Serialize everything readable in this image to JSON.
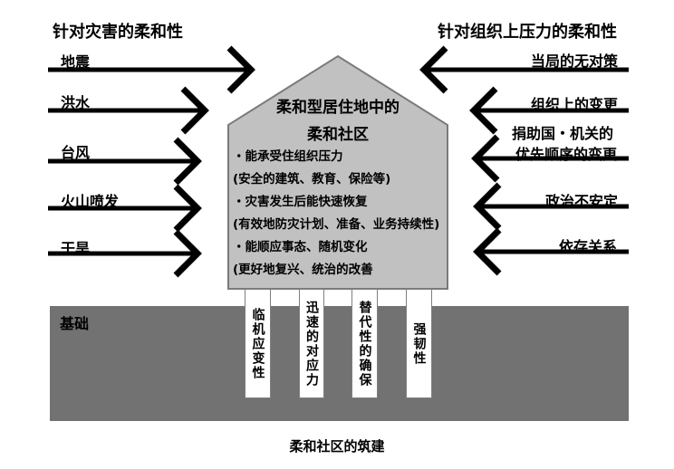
{
  "left_section": {
    "title": "针对灾害的柔和性",
    "arrow_labels": [
      "地震",
      "洪水",
      "台风",
      "火山喷发",
      "干旱"
    ]
  },
  "right_section": {
    "title": "针对组织上压力的柔和性",
    "arrow_labels": [
      "当局的无对策",
      "组织上的变更",
      "捐助国・机关的",
      "优先顺序的变更",
      "政治不安定",
      "依存关系"
    ]
  },
  "house": {
    "title_line1": "柔和型居住地中的",
    "title_line2": "柔和社区",
    "bullet_lines": [
      "・能承受住组织压力",
      "(安全的建筑、教育、保险等)",
      "・灾害发生后能快速恢复",
      "(有效地防灾计划、准备、业务持续性)",
      "・能顺应事态、随机变化",
      "(更好地复兴、统治的改善"
    ]
  },
  "pillars": [
    "临机应变性",
    "迅速的对应力",
    "替代性的确保",
    "强韧性"
  ],
  "ground": {
    "label": "基础"
  },
  "caption": "柔和社区的筑建",
  "colors": {
    "house_fill": "#c1c1c1",
    "house_stroke": "#7a7a7a",
    "ground_fill": "#727272",
    "pillar_fill": "#ffffff",
    "pillar_stroke": "#7f7f7f",
    "arrow": "#000000",
    "text": "#000000",
    "background": "#ffffff"
  }
}
